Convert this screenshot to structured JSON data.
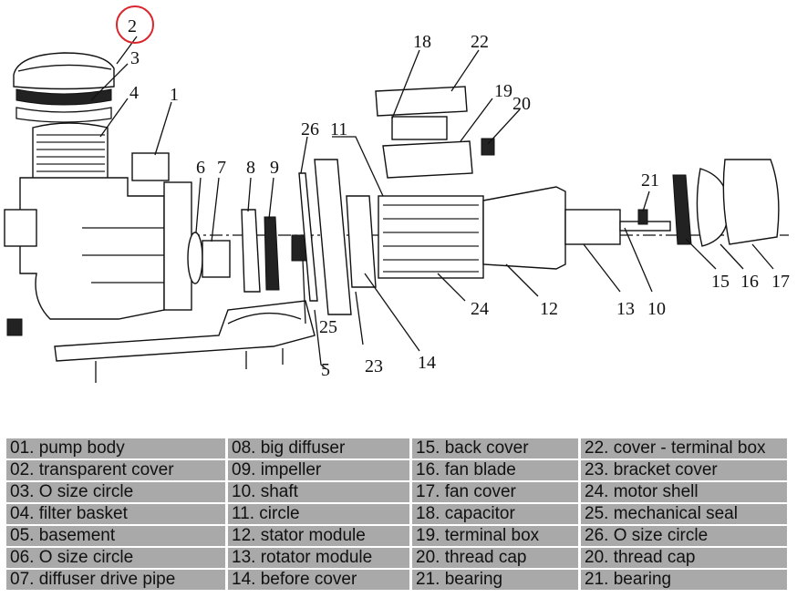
{
  "callouts": [
    {
      "id": "c1",
      "label": "1"
    },
    {
      "id": "c2",
      "label": "2"
    },
    {
      "id": "c3",
      "label": "3"
    },
    {
      "id": "c4",
      "label": "4"
    },
    {
      "id": "c5",
      "label": "5"
    },
    {
      "id": "c6",
      "label": "6"
    },
    {
      "id": "c7",
      "label": "7"
    },
    {
      "id": "c8",
      "label": "8"
    },
    {
      "id": "c9",
      "label": "9"
    },
    {
      "id": "c10",
      "label": "10"
    },
    {
      "id": "c11",
      "label": "11"
    },
    {
      "id": "c12",
      "label": "12"
    },
    {
      "id": "c13",
      "label": "13"
    },
    {
      "id": "c14",
      "label": "14"
    },
    {
      "id": "c15",
      "label": "15"
    },
    {
      "id": "c16",
      "label": "16"
    },
    {
      "id": "c17",
      "label": "17"
    },
    {
      "id": "c18",
      "label": "18"
    },
    {
      "id": "c19",
      "label": "19"
    },
    {
      "id": "c20",
      "label": "20"
    },
    {
      "id": "c21",
      "label": "21"
    },
    {
      "id": "c22",
      "label": "22"
    },
    {
      "id": "c23",
      "label": "23"
    },
    {
      "id": "c24",
      "label": "24"
    },
    {
      "id": "c25",
      "label": "25"
    },
    {
      "id": "c26",
      "label": "26"
    }
  ],
  "highlight": {
    "label": "2",
    "color": "#d9262c"
  },
  "legend": {
    "cell_color": "#a9a9a9",
    "rows": [
      [
        "01. pump body",
        "08. big diffuser",
        "15. back cover",
        "22. cover - terminal box"
      ],
      [
        "02. transparent cover",
        "09. impeller",
        "16. fan blade",
        "23. bracket cover"
      ],
      [
        "03. O size circle",
        "10. shaft",
        "17. fan cover",
        "24. motor shell"
      ],
      [
        "04. filter basket",
        "11. circle",
        "18. capacitor",
        "25. mechanical seal"
      ],
      [
        "05. basement",
        "12. stator module",
        "19. terminal box",
        "26. O size circle"
      ],
      [
        "06. O size circle",
        "13. rotator module",
        "20. thread cap",
        "20. thread cap"
      ],
      [
        "07. diffuser drive pipe",
        "14. before cover",
        "21. bearing",
        "21. bearing"
      ]
    ]
  }
}
